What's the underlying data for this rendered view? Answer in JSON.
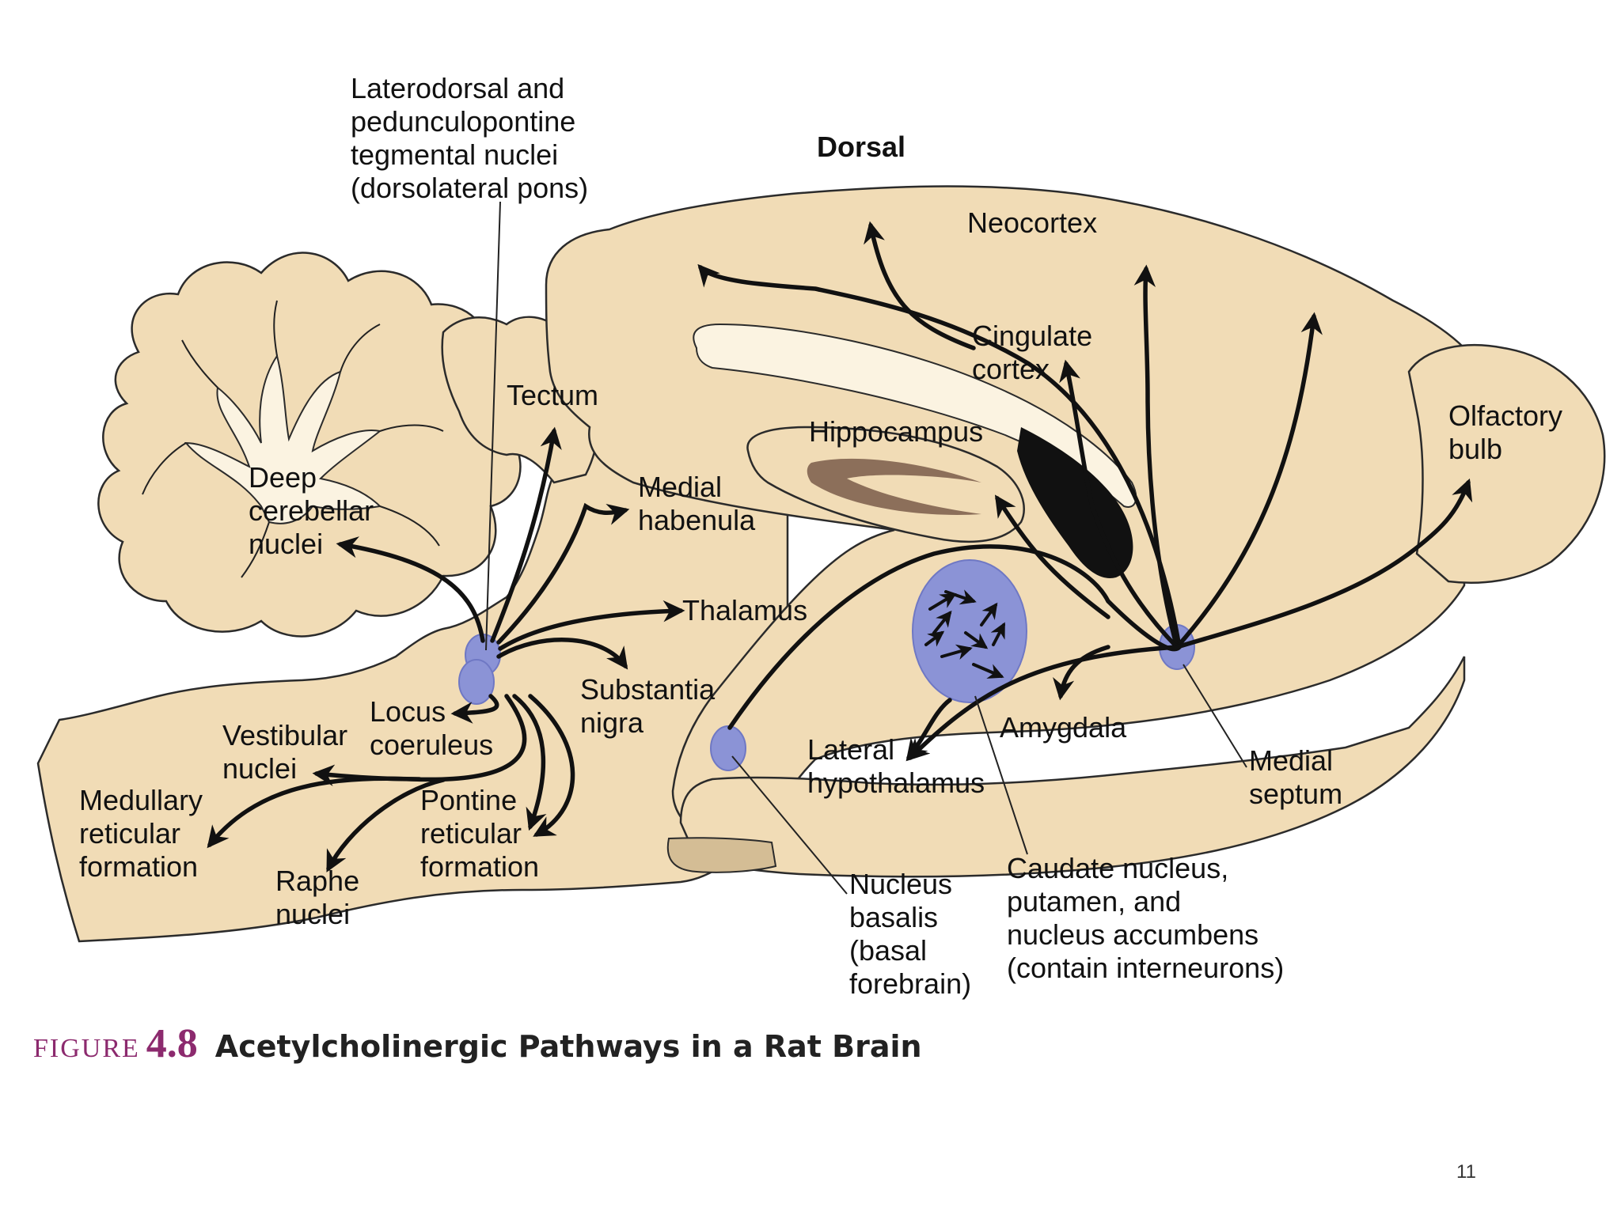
{
  "labels": {
    "laterodorsal": [
      "Laterodorsal and",
      "pedunculopontine",
      "tegmental nuclei",
      "(dorsolateral pons)"
    ],
    "dorsal": "Dorsal",
    "neocortex": "Neocortex",
    "cingulate": [
      "Cingulate",
      "cortex"
    ],
    "tectum": "Tectum",
    "hippocampus": "Hippocampus",
    "olfactory": [
      "Olfactory",
      "bulb"
    ],
    "deep_cerebellar": [
      "Deep",
      "cerebellar",
      "nuclei"
    ],
    "medial_habenula": [
      "Medial",
      "habenula"
    ],
    "thalamus": "Thalamus",
    "substantia_nigra": [
      "Substantia",
      "nigra"
    ],
    "locus_coeruleus": [
      "Locus",
      "coeruleus"
    ],
    "vestibular": [
      "Vestibular",
      "nuclei"
    ],
    "amygdala": "Amygdala",
    "lateral_hypothalamus": [
      "Lateral",
      "hypothalamus"
    ],
    "medial_septum": [
      "Medial",
      "septum"
    ],
    "medullary": [
      "Medullary",
      "reticular",
      "formation"
    ],
    "pontine": [
      "Pontine",
      "reticular",
      "formation"
    ],
    "raphe": [
      "Raphe",
      "nuclei"
    ],
    "nucleus_basalis": [
      "Nucleus",
      "basalis",
      "(basal",
      "forebrain)"
    ],
    "caudate": [
      "Caudate nucleus,",
      "putamen, and",
      "nucleus accumbens",
      "(contain interneurons)"
    ]
  },
  "caption": {
    "figure_word": "FIGURE",
    "figure_number": "4.8",
    "title": "Acetylcholinergic Pathways in a Rat Brain"
  },
  "page_number": "11",
  "colors": {
    "brain_fill": "#f1dcb6",
    "nucleus_fill": "#8b93d6",
    "caption_accent": "#8c2a6e"
  }
}
